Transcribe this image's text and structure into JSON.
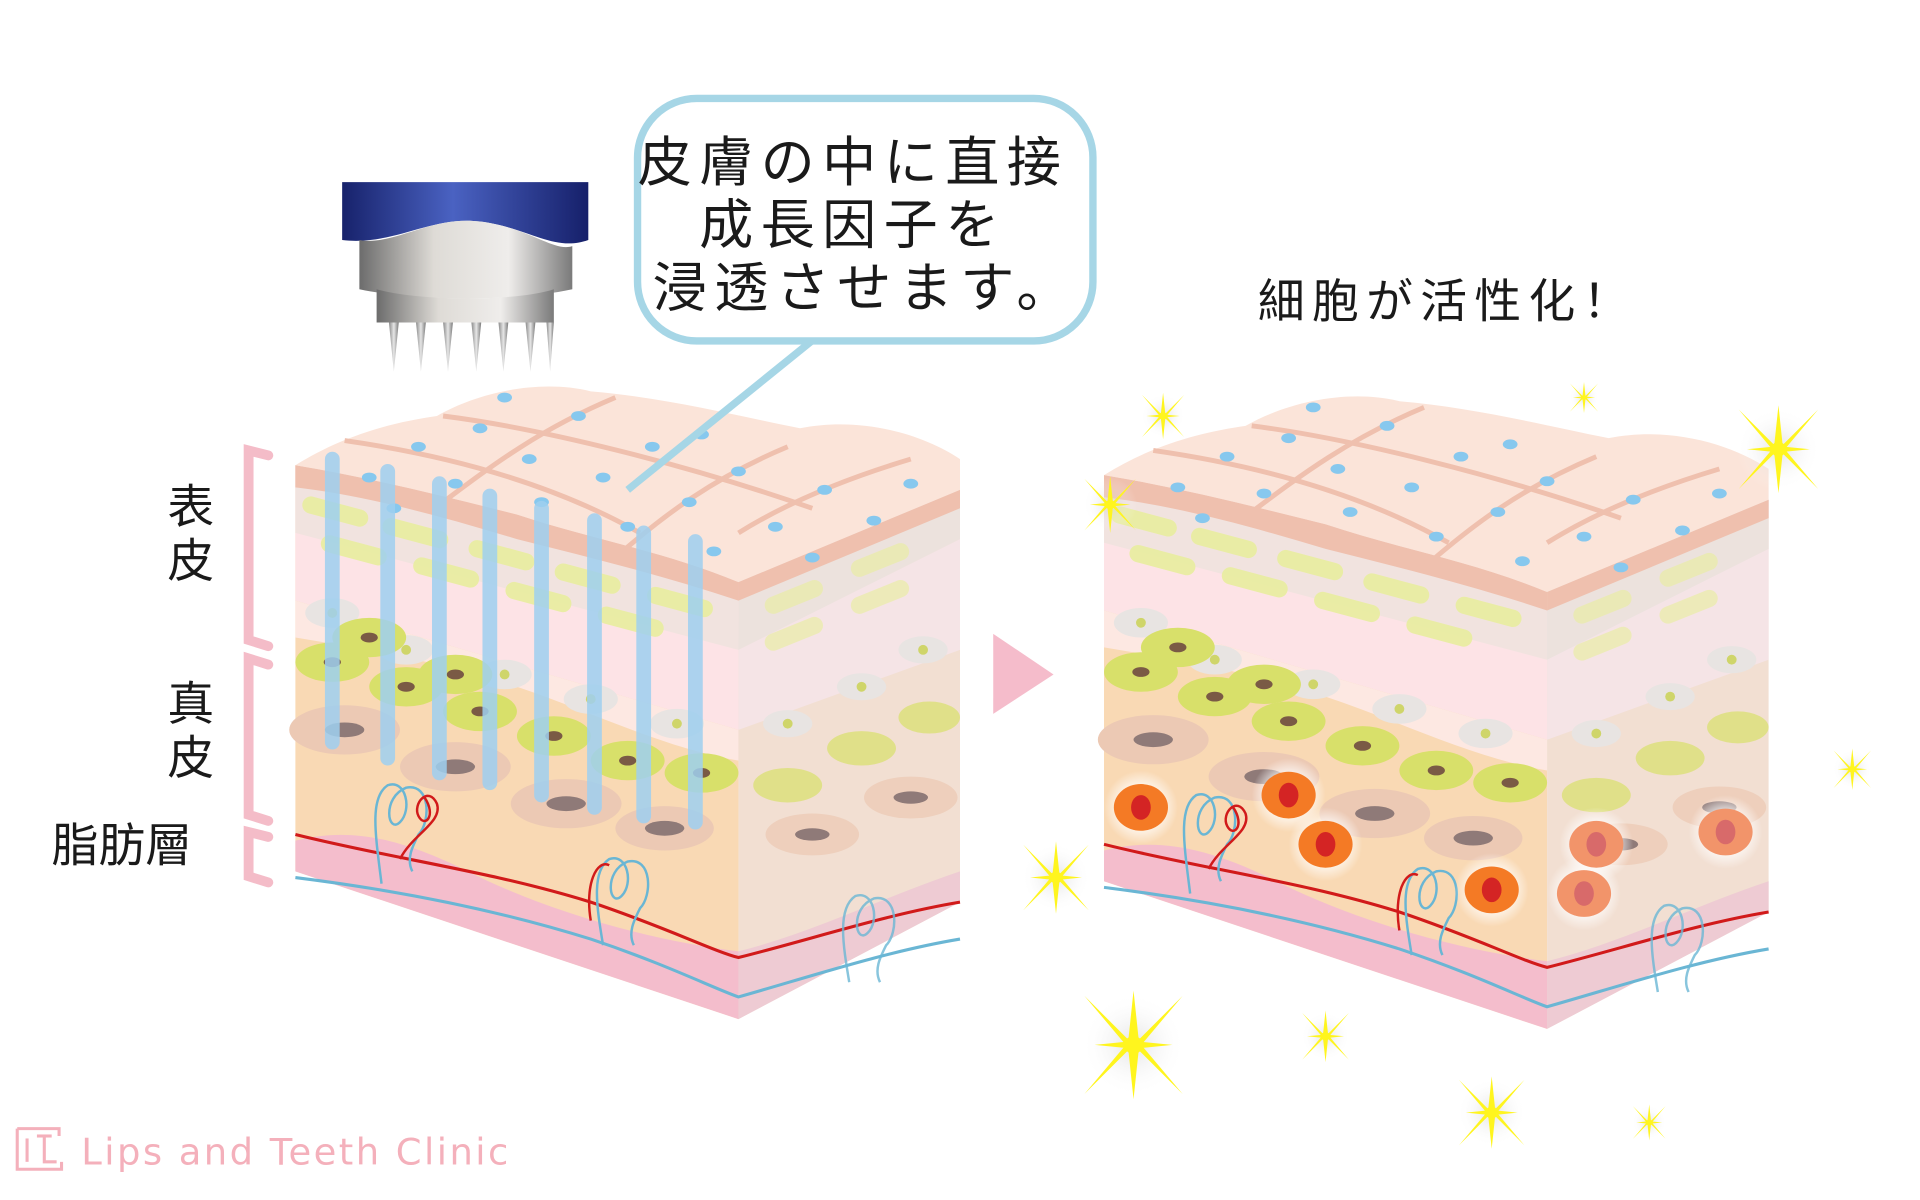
{
  "callout": {
    "lines": [
      "皮膚の中に直接",
      "成長因子を",
      "浸透させます。"
    ],
    "border_color": "#a6d6e6"
  },
  "result": {
    "caption": "細胞が活性化！"
  },
  "layers": {
    "epidermis": "表皮",
    "dermis": "真皮",
    "fat": "脂肪層",
    "bracket_color": "#f4bcc8"
  },
  "arrow": {
    "icon": "triangle-right-icon",
    "color": "#f5bccb"
  },
  "logo": {
    "text": "Lips and Teeth Clinic",
    "color": "#f4b0bb"
  },
  "colors": {
    "skin_top": "#fbe4d9",
    "skin_crease": "#efc0ae",
    "granular_cell": "#e9ee9f",
    "basal_cell": "#d8e06a",
    "dermis": "#f9d9b4",
    "fat": "#f4bdcc",
    "needle": "#9fd0f0",
    "artery": "#d11a1a",
    "vein": "#6ab6d4",
    "active_cell": "#f47a25",
    "active_nucleus": "#d42424",
    "sparkle": "#fff51e",
    "device_blue": "#2a3f9e"
  }
}
